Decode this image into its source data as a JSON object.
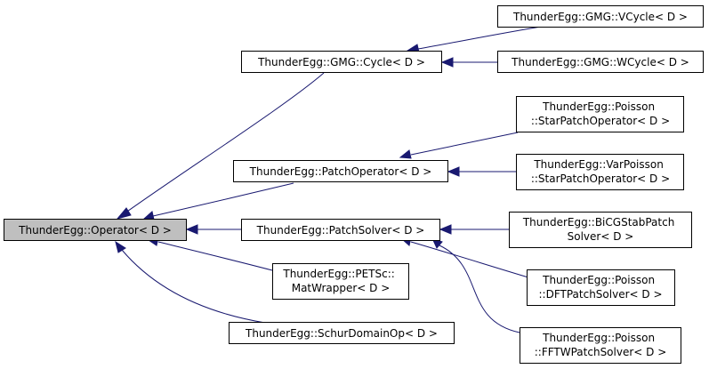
{
  "colors": {
    "edge": "#191970",
    "node_border": "#000000",
    "node_fill": "#ffffff",
    "selected_fill": "#bfbfbf"
  },
  "nodes": {
    "operator": {
      "lines": [
        "ThunderEgg::Operator< D >"
      ]
    },
    "gmg_cycle": {
      "lines": [
        "ThunderEgg::GMG::Cycle< D >"
      ]
    },
    "patch_operator": {
      "lines": [
        "ThunderEgg::PatchOperator< D >"
      ]
    },
    "patch_solver": {
      "lines": [
        "ThunderEgg::PatchSolver< D >"
      ]
    },
    "petsc_matwrapper": {
      "lines": [
        "ThunderEgg::PETSc::",
        "MatWrapper< D >"
      ]
    },
    "schur_domain_op": {
      "lines": [
        "ThunderEgg::SchurDomainOp< D >"
      ]
    },
    "gmg_vcycle": {
      "lines": [
        "ThunderEgg::GMG::VCycle< D >"
      ]
    },
    "gmg_wcycle": {
      "lines": [
        "ThunderEgg::GMG::WCycle< D >"
      ]
    },
    "poisson_star_patch_operator": {
      "lines": [
        "ThunderEgg::Poisson",
        "::StarPatchOperator< D >"
      ]
    },
    "varpoisson_star_patch_operator": {
      "lines": [
        "ThunderEgg::VarPoisson",
        "::StarPatchOperator< D >"
      ]
    },
    "bicgstab_patch_solver": {
      "lines": [
        "ThunderEgg::BiCGStabPatch",
        "Solver< D >"
      ]
    },
    "poisson_dft_patch_solver": {
      "lines": [
        "ThunderEgg::Poisson",
        "::DFTPatchSolver< D >"
      ]
    },
    "poisson_fftw_patch_solver": {
      "lines": [
        "ThunderEgg::Poisson",
        "::FFTWPatchSolver< D >"
      ]
    }
  },
  "edges": [
    {
      "from": "gmg_cycle",
      "to": "operator"
    },
    {
      "from": "patch_operator",
      "to": "operator"
    },
    {
      "from": "patch_solver",
      "to": "operator"
    },
    {
      "from": "petsc_matwrapper",
      "to": "operator"
    },
    {
      "from": "schur_domain_op",
      "to": "operator"
    },
    {
      "from": "gmg_vcycle",
      "to": "gmg_cycle"
    },
    {
      "from": "gmg_wcycle",
      "to": "gmg_cycle"
    },
    {
      "from": "poisson_star_patch_operator",
      "to": "patch_operator"
    },
    {
      "from": "varpoisson_star_patch_operator",
      "to": "patch_operator"
    },
    {
      "from": "bicgstab_patch_solver",
      "to": "patch_solver"
    },
    {
      "from": "poisson_dft_patch_solver",
      "to": "patch_solver"
    },
    {
      "from": "poisson_fftw_patch_solver",
      "to": "patch_solver"
    }
  ]
}
